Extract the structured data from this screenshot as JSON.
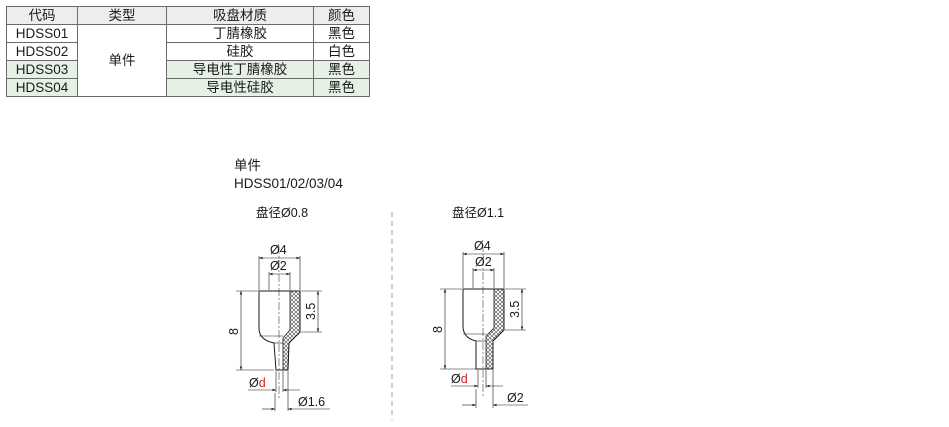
{
  "table": {
    "headers": [
      "代码",
      "类型",
      "吸盘材质",
      "颜色"
    ],
    "rows": [
      {
        "code": "HDSS01",
        "material": "丁腈橡胶",
        "color": "黑色"
      },
      {
        "code": "HDSS02",
        "material": "硅胶",
        "color": "白色"
      },
      {
        "code": "HDSS03",
        "material": "导电性丁腈橡胶",
        "color": "黑色"
      },
      {
        "code": "HDSS04",
        "material": "导电性硅胶",
        "color": "黑色"
      }
    ],
    "type_value": "单件"
  },
  "section": {
    "title": "单件",
    "subtitle": "HDSS01/02/03/04"
  },
  "drawing_left": {
    "caption": "盘径Ø0.8",
    "dim_outer": "Ø4",
    "dim_inner": "Ø2",
    "dim_height": "8",
    "dim_cup": "3.5",
    "dim_d_prefix": "Ø",
    "dim_d_var": "d",
    "dim_tip": "Ø1.6"
  },
  "drawing_right": {
    "caption": "盘径Ø1.1",
    "dim_outer": "Ø4",
    "dim_inner": "Ø2",
    "dim_height": "8",
    "dim_cup": "3.5",
    "dim_d_prefix": "Ø",
    "dim_d_var": "d",
    "dim_tip": "Ø2"
  },
  "colors": {
    "accent_red": "#cc2222",
    "row_shade": "#e6f1e6",
    "header_shade": "#ededed"
  }
}
